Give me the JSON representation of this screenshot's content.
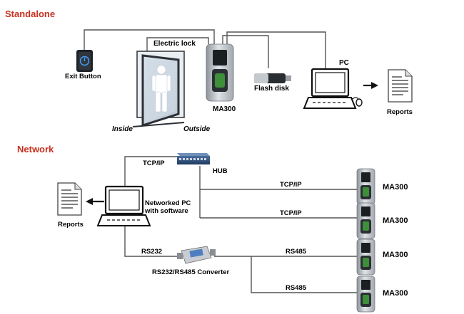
{
  "sections": {
    "standalone": "Standalone",
    "network": "Network"
  },
  "standalone": {
    "exit_button": "Exit Button",
    "electric_lock": "Electric lock",
    "device": "MA300",
    "flash_disk": "Flash disk",
    "pc": "PC",
    "reports": "Reports",
    "inside": "Inside",
    "outside": "Outside"
  },
  "network": {
    "tcpip_pc": "TCP/IP",
    "hub": "HUB",
    "networked_pc_line1": "Networked PC",
    "networked_pc_line2": "with software",
    "reports": "Reports",
    "rs232": "RS232",
    "converter": "RS232/RS485 Converter",
    "links": [
      {
        "protocol": "TCP/IP",
        "device": "MA300"
      },
      {
        "protocol": "TCP/IP",
        "device": "MA300"
      },
      {
        "protocol": "RS485",
        "device": "MA300"
      },
      {
        "protocol": "RS485",
        "device": "MA300"
      }
    ]
  },
  "colors": {
    "section_title": "#c8311f",
    "wire": "#555555",
    "device_body": "#b9bec4",
    "hub": "#2c4f7c"
  }
}
